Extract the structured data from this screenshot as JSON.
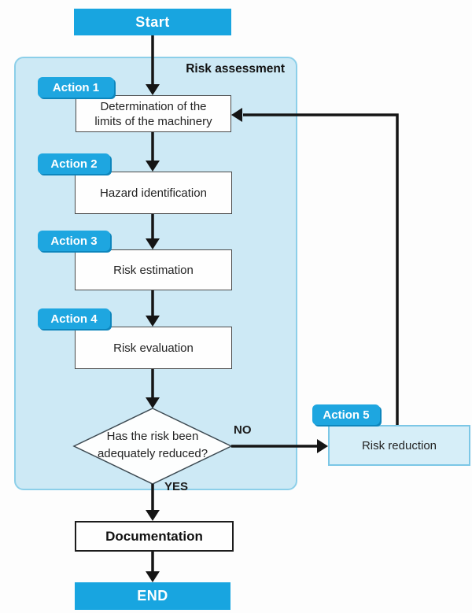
{
  "colors": {
    "accent_cyan": "#18a5e0",
    "accent_cyan_shadow": "#0d86bd",
    "region_fill": "#cde9f5",
    "region_border": "#8ccfe9",
    "process_fill": "#fefefe",
    "process_border": "#4a4a4a",
    "reduction_fill": "#d6eef8",
    "reduction_border": "#7cc7e6",
    "arrow_color": "#151515",
    "text_dark": "#1c1c1c",
    "text_white": "#ffffff"
  },
  "region": {
    "title": "Risk assessment"
  },
  "nodes": {
    "start": "Start",
    "determination_line1": "Determination of the",
    "determination_line2": "limits of the machinery",
    "hazard": "Hazard identification",
    "estimation": "Risk estimation",
    "evaluation": "Risk evaluation",
    "decision_line1": "Has the risk been",
    "decision_line2": "adequately reduced?",
    "reduction": "Risk reduction",
    "documentation": "Documentation",
    "end": "END"
  },
  "tags": {
    "action1": "Action 1",
    "action2": "Action 2",
    "action3": "Action 3",
    "action4": "Action 4",
    "action5": "Action 5"
  },
  "edge_labels": {
    "no": "NO",
    "yes": "YES"
  }
}
